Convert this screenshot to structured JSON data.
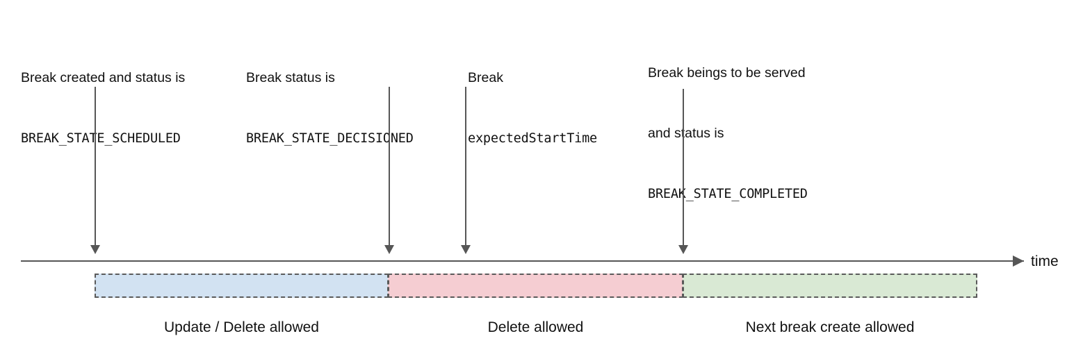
{
  "diagram": {
    "title": "Break lifecycle timeline",
    "axis": {
      "label": "time",
      "arrow_direction": "right"
    },
    "colors": {
      "scheduled_fill": "#d2e2f2",
      "decisioned_fill": "#f5cdd2",
      "completed_fill": "#d9e9d4",
      "stroke": "#5a5a5a",
      "arrow": "#565656",
      "text": "#111111"
    },
    "events": [
      {
        "id": "break-created",
        "prose_lines": [
          "Break created and status is"
        ],
        "code": "BREAK_STATE_SCHEDULED"
      },
      {
        "id": "break-decisioned",
        "prose_lines": [
          "Break status is"
        ],
        "code": "BREAK_STATE_DECISIONED"
      },
      {
        "id": "break-expected-start",
        "prose_lines": [
          "Break"
        ],
        "code": "expectedStartTime"
      },
      {
        "id": "break-completed",
        "prose_lines": [
          "Break beings to be served",
          "and status is"
        ],
        "code": "BREAK_STATE_COMPLETED"
      }
    ],
    "phases": [
      {
        "id": "scheduled-phase",
        "fill": "#d2e2f2",
        "caption": "Update / Delete allowed"
      },
      {
        "id": "decisioned-phase",
        "fill": "#f5cdd2",
        "caption": "Delete allowed"
      },
      {
        "id": "completed-phase",
        "fill": "#d9e9d4",
        "caption": "Next break create allowed"
      }
    ]
  }
}
